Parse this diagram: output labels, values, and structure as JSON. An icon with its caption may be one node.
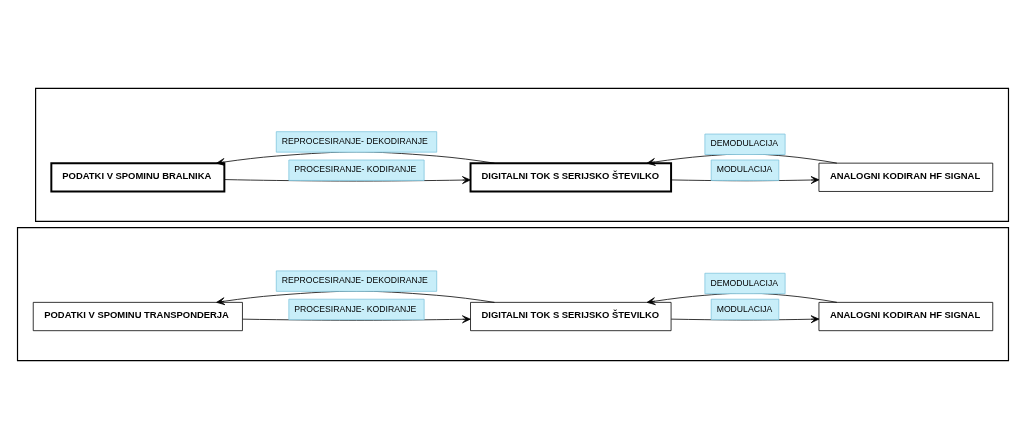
{
  "diagram": {
    "nodes": [
      {
        "text": [],
        "shape": "box"
      },
      {
        "text": [
          "PODATKI V SPOMINU BRALNIKA"
        ],
        "in": 0
      },
      {
        "text": [
          "DIGITALNI TOK S SERIJSKO ŠTEVILKO"
        ],
        "in": 0
      },
      {
        "text": [
          "ANALOGNI KODIRAN HF SIGNAL"
        ],
        "in": 0
      },
      {
        "text": [],
        "shape": "box"
      },
      {
        "text": [
          "PODATKI V SPOMINU TRANSPONDERJA"
        ],
        "in": 4
      },
      {
        "text": [
          "DIGITALNI TOK S SERIJSKO ŠTEVILKO"
        ],
        "in": 4
      },
      {
        "text": [
          "ANALOGNI KODIRAN HF SIGNAL"
        ],
        "in": 4
      }
    ],
    "edges": [
      {
        "from": 1,
        "to": 2,
        "arrow": "to",
        "label": "PROCESIRANJE- KODIRANJE"
      },
      {
        "from": 2,
        "to": 1,
        "arrow": "to",
        "label": "REPROCESIRANJE- DEKODIRANJE"
      },
      {
        "from": 2,
        "to": 3,
        "arrow": "to",
        "label": "MODULACIJA"
      },
      {
        "from": 3,
        "to": 2,
        "arrow": "to",
        "label": "DEMODULACIJA"
      },
      {
        "from": 5,
        "to": 6,
        "arrow": "to",
        "label": "PROCESIRANJE- KODIRANJE"
      },
      {
        "from": 6,
        "to": 5,
        "arrow": "to",
        "label": "REPROCESIRANJE- DEKODIRANJE"
      },
      {
        "from": 6,
        "to": 7,
        "arrow": "to",
        "label": "MODULACIJA"
      },
      {
        "from": 7,
        "to": 6,
        "arrow": "to",
        "label": "DEMODULACIJA"
      }
    ]
  }
}
